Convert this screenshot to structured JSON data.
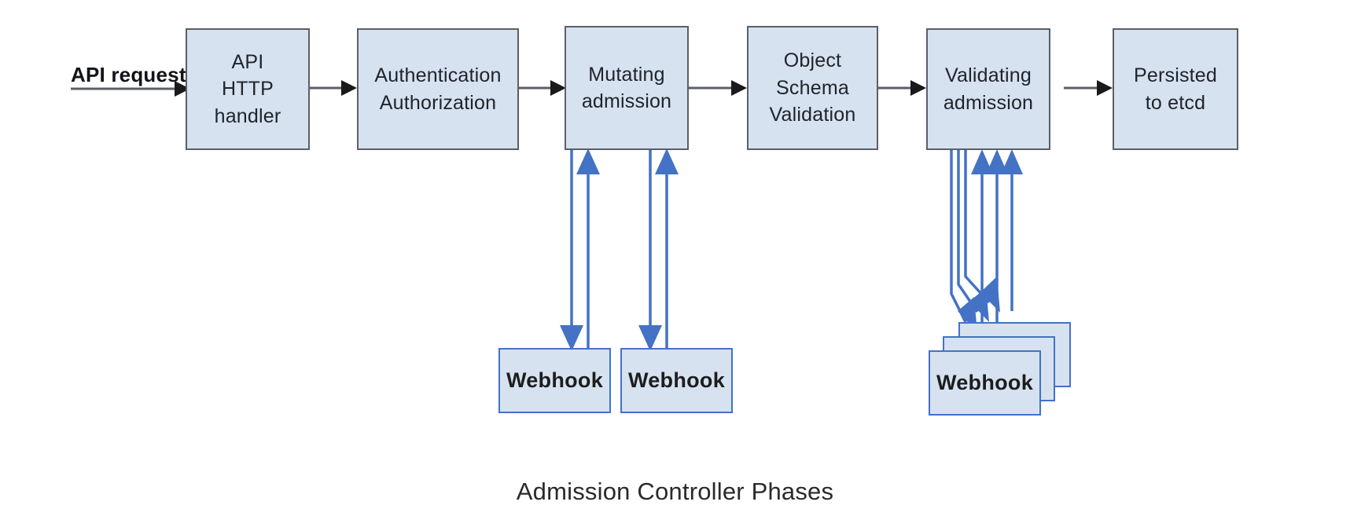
{
  "diagram": {
    "caption": "Admission Controller Phases",
    "entry_label": "API request",
    "colors": {
      "box_fill": "#d6e2f0",
      "phase_border": "#5b5f66",
      "webhook_border": "#4472c4",
      "flow_arrow": "#1a1a1a",
      "webhook_arrow": "#4472c4",
      "text": "#20242b",
      "background": "#ffffff"
    },
    "phases": [
      {
        "id": "api-http-handler",
        "label": "API\nHTTP\nhandler"
      },
      {
        "id": "authentication",
        "label": "Authentication\nAuthorization"
      },
      {
        "id": "mutating-admission",
        "label": "Mutating\nadmission"
      },
      {
        "id": "object-schema",
        "label": "Object\nSchema\nValidation"
      },
      {
        "id": "validating-admission",
        "label": "Validating\nadmission"
      },
      {
        "id": "persisted-to-etcd",
        "label": "Persisted\nto etcd"
      }
    ],
    "webhooks": [
      {
        "id": "mutating-webhook-1",
        "label": "Webhook",
        "attached_to": "mutating-admission"
      },
      {
        "id": "mutating-webhook-2",
        "label": "Webhook",
        "attached_to": "mutating-admission"
      },
      {
        "id": "validating-webhook-stack",
        "label": "Webhook",
        "attached_to": "validating-admission",
        "stack_count": 3
      }
    ],
    "flow_sequence": [
      "API request",
      "API HTTP handler",
      "Authentication Authorization",
      "Mutating admission",
      "Object Schema Validation",
      "Validating admission",
      "Persisted to etcd"
    ]
  }
}
